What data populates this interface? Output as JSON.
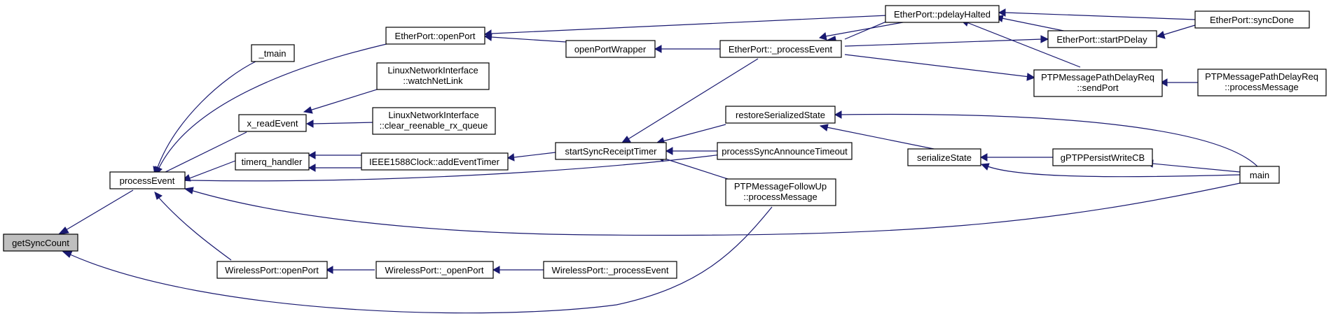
{
  "nodes": {
    "getSyncCount": [
      "getSyncCount"
    ],
    "processEvent": [
      "processEvent"
    ],
    "_tmain": [
      "_tmain"
    ],
    "EtherPort_openPort": [
      "EtherPort::openPort"
    ],
    "x_readEvent": [
      "x_readEvent"
    ],
    "timerq_handler": [
      "timerq_handler"
    ],
    "WirelessPort_openPort": [
      "WirelessPort::openPort"
    ],
    "LNI_watchNetLink": [
      "LinuxNetworkInterface",
      "::watchNetLink"
    ],
    "LNI_clear_reenable": [
      "LinuxNetworkInterface",
      "::clear_reenable_rx_queue"
    ],
    "IEEE1588Clock_addEventTimer": [
      "IEEE1588Clock::addEventTimer"
    ],
    "WirelessPort__openPort": [
      "WirelessPort::_openPort"
    ],
    "openPortWrapper": [
      "openPortWrapper"
    ],
    "startSyncReceiptTimer": [
      "startSyncReceiptTimer"
    ],
    "WirelessPort__processEvent": [
      "WirelessPort::_processEvent"
    ],
    "EtherPort__processEvent": [
      "EtherPort::_processEvent"
    ],
    "restoreSerializedState": [
      "restoreSerializedState"
    ],
    "processSyncAnnounceTimeout": [
      "processSyncAnnounceTimeout"
    ],
    "PTPMessageFollowUp_processMessage": [
      "PTPMessageFollowUp",
      "::processMessage"
    ],
    "EtherPort_pdelayHalted": [
      "EtherPort::pdelayHalted"
    ],
    "serializeState": [
      "serializeState"
    ],
    "EtherPort_startPDelay": [
      "EtherPort::startPDelay"
    ],
    "PTPMessagePathDelayReq_sendPort": [
      "PTPMessagePathDelayReq",
      "::sendPort"
    ],
    "gPTPPersistWriteCB": [
      "gPTPPersistWriteCB"
    ],
    "EtherPort_syncDone": [
      "EtherPort::syncDone"
    ],
    "PTPMessagePathDelayReq_processMessage": [
      "PTPMessagePathDelayReq",
      "::processMessage"
    ],
    "main": [
      "main"
    ]
  },
  "colors": {
    "edge": "#191970",
    "root_fill": "#bfbfbf",
    "node_fill": "#ffffff",
    "node_border": "#000000"
  }
}
